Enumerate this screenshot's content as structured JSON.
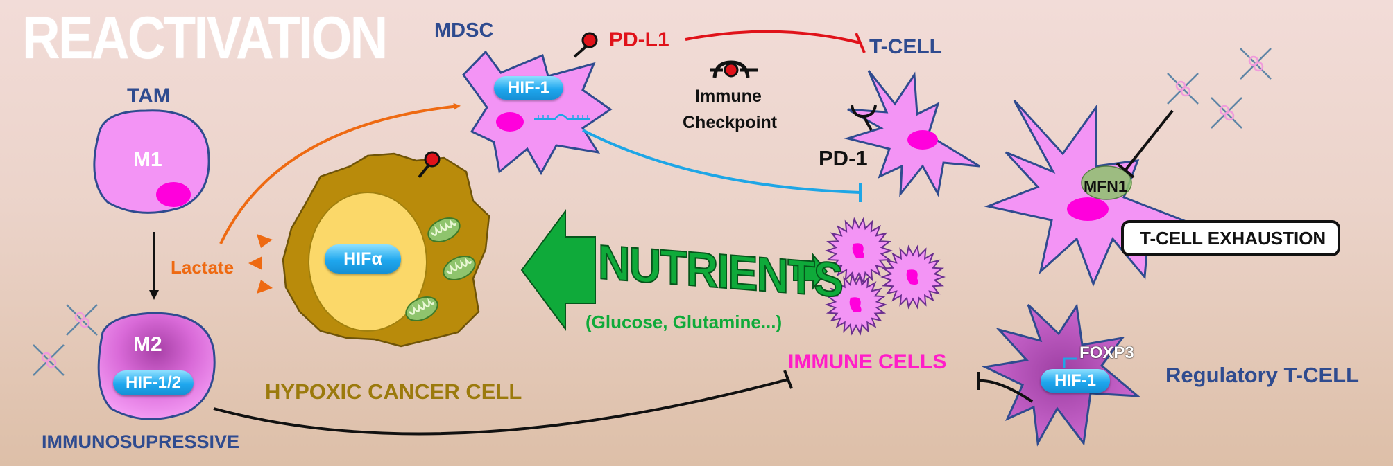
{
  "title": "REACTIVATION",
  "tam": {
    "label": "TAM",
    "m1": "M1",
    "m2": "M2",
    "m2_marker": "HIF-1/2",
    "state": "IMMUNOSUPRESSIVE"
  },
  "lactate": "Lactate",
  "mdsc": {
    "label": "MDSC",
    "marker": "HIF-1",
    "ligand": "PD-L1"
  },
  "checkpoint": {
    "line1": "Immune",
    "line2": "Checkpoint"
  },
  "tcell": {
    "label": "T-CELL",
    "receptor": "PD-1"
  },
  "cancer": {
    "label": "HYPOXIC CANCER CELL",
    "marker": "HIFα"
  },
  "nutrients": {
    "label": "NUTRIENTS",
    "sub": "(Glucose, Glutamine...)"
  },
  "immune_cells": "IMMUNE CELLS",
  "exhausted": {
    "protein": "MFN1",
    "label": "T-CELL EXHAUSTION"
  },
  "treg": {
    "label": "Regulatory T-CELL",
    "factor": "FOXP3",
    "marker": "HIF-1"
  },
  "colors": {
    "title": "#ffffff",
    "navy_text": "#2f4b8f",
    "red": "#e0121a",
    "orange": "#ee6a12",
    "blue_line": "#1ea6e6",
    "green": "#0faa3a",
    "magenta": "#ff1ec8",
    "cancer_text": "#9b7a0c",
    "cell_pink": "#f394f5",
    "nucleus": "#ff00dc"
  }
}
